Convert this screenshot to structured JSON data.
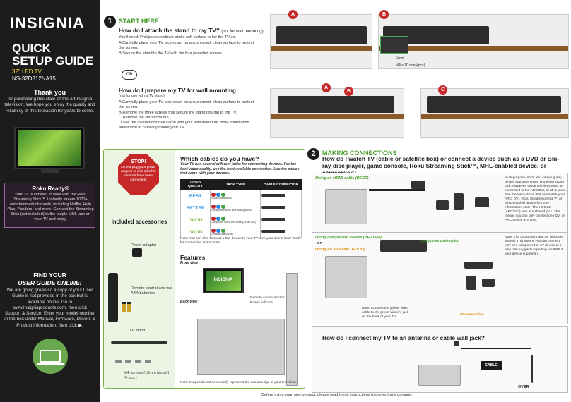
{
  "left": {
    "logo": "INSIGNIA",
    "title_line1": "QUICK",
    "title_line2": "SETUP GUIDE",
    "product": "32\" LED TV",
    "model": "NS-32D312NA15",
    "thank_heading": "Thank you",
    "thank_text": "for purchasing this state-of-the-art Insignia television. We hope you enjoy the quality and reliability of this television for years to come.",
    "roku_heading": "Roku Ready®",
    "roku_text": "Your TV is certified to work with the Roku Streaming Stick™. Instantly stream 1000+ entertainment channels, including Netflix, Hulu Plus, Pandora, and more. Connect the Streaming Stick (not included) to the purple MHL jack on your TV and enjoy.",
    "find_heading1": "FIND YOUR",
    "find_heading2": "USER GUIDE ONLINE!",
    "find_text": "We are going green so a copy of your User Guide is not provided in the box but is available online. Go to www.insigniaproducts.com, then click Support & Service. Enter your model number in the box under Manual, Firmware, Drivers & Product Information, then click ▶."
  },
  "start": {
    "step": "1",
    "heading": "START HERE",
    "q1": "How do I attach the stand to my TV?",
    "q1_note": "(not for wall mounting)",
    "need": "You'll need: Phillips screwdriver and a soft surface to lay the TV on.",
    "stepA": "A   Carefully place your TV face-down on a cushioned, clean surface to protect the screen.",
    "stepB": "B   Secure the stand to the TV with the four provided screws.",
    "or": "OR",
    "q2": "How do I prepare my TV for wall mounting",
    "q2_note": "(not for use with a TV stand)",
    "w_stepA": "A   Carefully place your TV face-down on a cushioned, clean surface to protect the screen.",
    "w_stepB": "B   Remove the three screws that secure the stand column to the TV.",
    "w_stepC": "C   Remove the stand column.",
    "w_stepD": "D   See the instructions that came with your wall mount for more information about how to correctly mount your TV.",
    "tag_A": "A",
    "tag_B": "B",
    "tag_C": "C",
    "front_label": "Front",
    "screw_label": "M4 x 10 mm(4pcs)"
  },
  "accessories": {
    "stop_heading": "STOP!",
    "stop_text": "Do not plug your power adapter in until all other devices have been connected.",
    "heading": "Included accessories",
    "power_adapter": "Power adapter",
    "remote": "Remote control and two AAA batteries",
    "tv_stand": "TV stand",
    "screws": "M4 screws (10mm length) (4 pcs.)"
  },
  "cables": {
    "heading": "Which cables do you have?",
    "subtitle": "Your TV has several different jacks for connecting devices. For the best video quality, use the best available connection. Use the cables that came with your devices.",
    "columns": [
      "VIDEO QUALITY",
      "JACK TYPE",
      "CABLE CONNECTOR"
    ],
    "rows": [
      {
        "quality": "BEST",
        "color": "#1e88e5",
        "jack": "HDMI video/audio"
      },
      {
        "quality": "BETTER",
        "color": "#1e88e5",
        "jack": "Component video and analog audio"
      },
      {
        "quality": "GOOD",
        "color": "#7cb342",
        "jack": "Composite video and analog audio (AV)"
      },
      {
        "quality": "GOOD",
        "color": "#7cb342",
        "jack": "Coaxial video/audio"
      }
    ],
    "note": "Note: You can also connect a DVI device to your TV. See your online User Guide for connection instructions."
  },
  "features": {
    "heading": "Features",
    "front_view": "Front view",
    "back_view": "Back view",
    "sensor": "Remote control sensor",
    "power_ind": "Power indicator",
    "brand": "INSIGNIA",
    "note": "Note: Images do not necessarily represent the exact design of your television."
  },
  "connections": {
    "step": "2",
    "heading": "MAKING CONNECTIONS",
    "question": "How do I watch TV (cable or satellite box) or connect a device such as a DVD or Blu-ray disc player, game console, Roku Streaming Stick™, MHL-enabled device, or camcorder?",
    "hdmi_label": "Using an HDMI cable (BEST)",
    "hdmi_note": "Multi-purpose jacks: You can plug any device that uses HDMI into either HDMI jack. However, certain devices must be connected to the ARC/DVI, or MHL jacks. See the instructions that came with your ARC, DVI, Roku Streaming Stick™, or MHL-enabled device for more information. Note: The HDMI 2 (ARC/DVI) jack is a shared jack. This means you can only connect one DVI or ARC device at a time.",
    "component_label": "Using component cables (BETTER)",
    "or": "- OR -",
    "av_label": "Using an AV cable (GOOD)",
    "component_option": "Component cable option",
    "av_option": "AV cable option",
    "av_note": "Note: Connect the yellow video cable to the green Video/Y jack on the back of your TV.",
    "comp_note": "Note: The component and AV jacks are shared. This means you can connect only one component or AV device at a time. We suggest upgrading to HDMI if your device supports it.",
    "antenna_q": "How do I connect my TV to an antenna or cable wall jack?",
    "cable": "CABLE",
    "over": "OVER"
  },
  "footer": "Before using your new product, please read these instructions to prevent any damage."
}
